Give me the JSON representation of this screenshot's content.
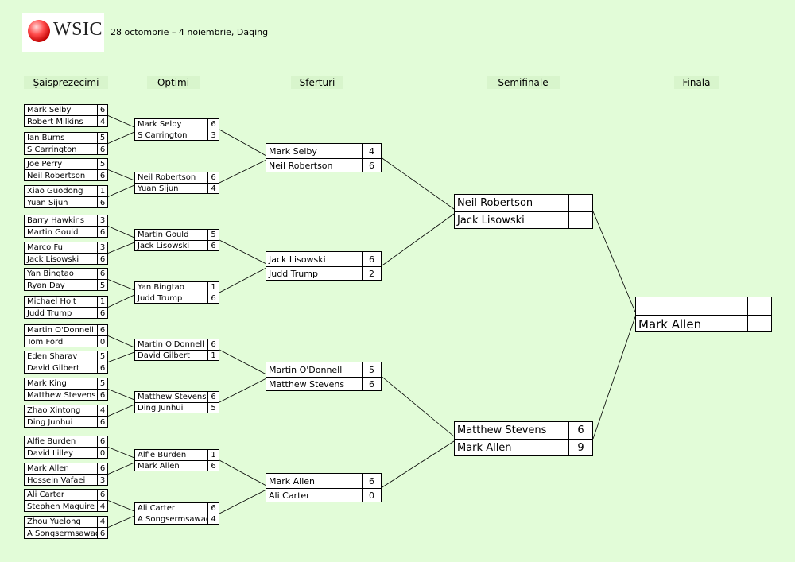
{
  "header": {
    "logo_text": "WSIC",
    "subtitle": "28 octombrie – 4 noiembrie, Daqing"
  },
  "round_headers": [
    "Șaisprezecimi",
    "Optimi",
    "Sferturi",
    "Semifinale",
    "Finala"
  ],
  "rounds": [
    [
      {
        "p1": "Mark Selby",
        "s1": "6",
        "p2": "Robert Milkins",
        "s2": "4"
      },
      {
        "p1": "Ian Burns",
        "s1": "5",
        "p2": "S Carrington",
        "s2": "6"
      },
      {
        "p1": "Joe Perry",
        "s1": "5",
        "p2": "Neil Robertson",
        "s2": "6"
      },
      {
        "p1": "Xiao Guodong",
        "s1": "1",
        "p2": "Yuan Sijun",
        "s2": "6"
      },
      {
        "p1": "Barry Hawkins",
        "s1": "3",
        "p2": "Martin Gould",
        "s2": "6"
      },
      {
        "p1": "Marco Fu",
        "s1": "3",
        "p2": "Jack Lisowski",
        "s2": "6"
      },
      {
        "p1": "Yan Bingtao",
        "s1": "6",
        "p2": "Ryan Day",
        "s2": "5"
      },
      {
        "p1": "Michael Holt",
        "s1": "1",
        "p2": "Judd Trump",
        "s2": "6"
      },
      {
        "p1": "Martin O'Donnell",
        "s1": "6",
        "p2": "Tom Ford",
        "s2": "0"
      },
      {
        "p1": "Eden Sharav",
        "s1": "5",
        "p2": "David Gilbert",
        "s2": "6"
      },
      {
        "p1": "Mark King",
        "s1": "5",
        "p2": "Matthew Stevens",
        "s2": "6"
      },
      {
        "p1": "Zhao Xintong",
        "s1": "4",
        "p2": "Ding Junhui",
        "s2": "6"
      },
      {
        "p1": "Alfie Burden",
        "s1": "6",
        "p2": "David Lilley",
        "s2": "0"
      },
      {
        "p1": "Mark Allen",
        "s1": "6",
        "p2": "Hossein Vafaei",
        "s2": "3"
      },
      {
        "p1": "Ali Carter",
        "s1": "6",
        "p2": "Stephen Maguire",
        "s2": "4"
      },
      {
        "p1": "Zhou Yuelong",
        "s1": "4",
        "p2": "A Songsermsawad",
        "s2": "6"
      }
    ],
    [
      {
        "p1": "Mark Selby",
        "s1": "6",
        "p2": "S Carrington",
        "s2": "3"
      },
      {
        "p1": "Neil Robertson",
        "s1": "6",
        "p2": "Yuan Sijun",
        "s2": "4"
      },
      {
        "p1": "Martin Gould",
        "s1": "5",
        "p2": "Jack Lisowski",
        "s2": "6"
      },
      {
        "p1": "Yan Bingtao",
        "s1": "1",
        "p2": "Judd Trump",
        "s2": "6"
      },
      {
        "p1": "Martin O'Donnell",
        "s1": "6",
        "p2": "David Gilbert",
        "s2": "1"
      },
      {
        "p1": "Matthew Stevens",
        "s1": "6",
        "p2": "Ding Junhui",
        "s2": "5"
      },
      {
        "p1": "Alfie Burden",
        "s1": "1",
        "p2": "Mark Allen",
        "s2": "6"
      },
      {
        "p1": "Ali Carter",
        "s1": "6",
        "p2": "A Songsermsawad",
        "s2": "4"
      }
    ],
    [
      {
        "p1": "Mark Selby",
        "s1": "4",
        "p2": "Neil Robertson",
        "s2": "6"
      },
      {
        "p1": "Jack Lisowski",
        "s1": "6",
        "p2": "Judd Trump",
        "s2": "2"
      },
      {
        "p1": "Martin O'Donnell",
        "s1": "5",
        "p2": "Matthew Stevens",
        "s2": "6"
      },
      {
        "p1": "Mark Allen",
        "s1": "6",
        "p2": "Ali Carter",
        "s2": "0"
      }
    ],
    [
      {
        "p1": "Neil Robertson",
        "s1": "",
        "p2": "Jack Lisowski",
        "s2": ""
      },
      {
        "p1": "Matthew Stevens",
        "s1": "6",
        "p2": "Mark Allen",
        "s2": "9"
      }
    ],
    [
      {
        "p1": "",
        "s1": "",
        "p2": "Mark Allen",
        "s2": ""
      }
    ]
  ]
}
